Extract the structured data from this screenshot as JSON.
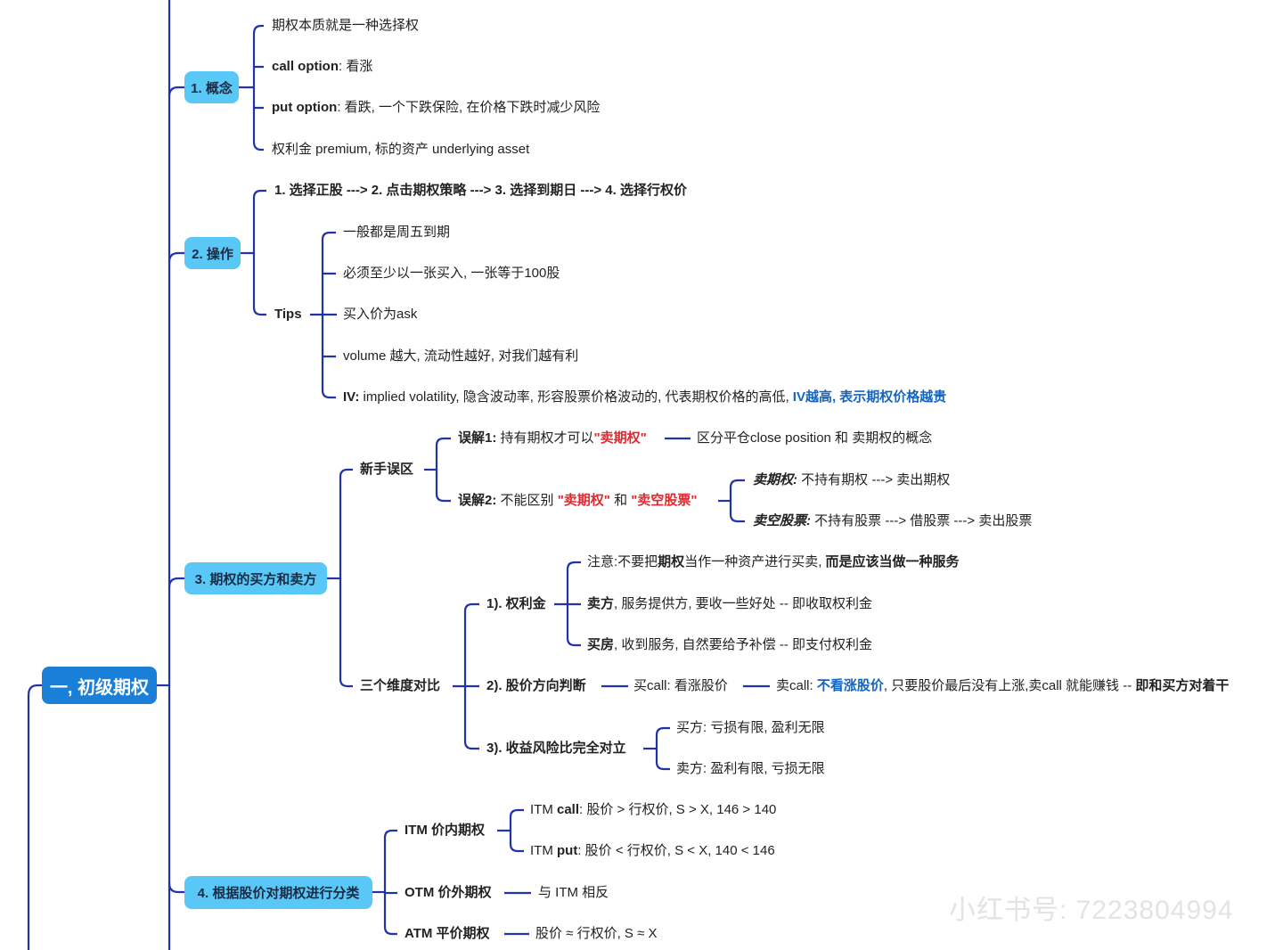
{
  "root": "一, 初级期权",
  "colors": {
    "line": "#2233aa",
    "root": "#1a7fd6",
    "node": "#5ac8f6",
    "red": "#e0282e",
    "blue": "#1565c0"
  },
  "s1": {
    "label": "1. 概念",
    "items": [
      {
        "text": "期权本质就是一种选择权"
      },
      {
        "bold": "call option",
        "text": ": 看涨"
      },
      {
        "bold": "put option",
        "text": ": 看跌, 一个下跌保险, 在价格下跌时减少风险"
      },
      {
        "text": "权利金 premium, 标的资产 underlying asset"
      }
    ]
  },
  "s2": {
    "label": "2. 操作",
    "steps": "1. 选择正股 ---> 2. 点击期权策略 ---> 3. 选择到期日 ---> 4. 选择行权价",
    "tips_label": "Tips",
    "tips": [
      "一般都是周五到期",
      "必须至少以一张买入, 一张等于100股",
      "买入价为ask",
      "volume 越大, 流动性越好, 对我们越有利"
    ],
    "iv": {
      "bold": "IV:",
      "text": " implied volatility, 隐含波动率, 形容股票价格波动的, 代表期权价格的高低, ",
      "blue": "IV越高, 表示期权价格越贵"
    }
  },
  "s3": {
    "label": "3. 期权的买方和卖方",
    "novice": {
      "label": "新手误区",
      "m1": {
        "bold": "误解1:",
        "text": " 持有期权才可以",
        "red": "\"卖期权\"",
        "note": "区分平仓close position 和 卖期权的概念"
      },
      "m2": {
        "bold": "误解2:",
        "text": " 不能区别 ",
        "red1": "\"卖期权\"",
        "and": " 和 ",
        "red2": "\"卖空股票\"",
        "sub": [
          {
            "bi": "卖期权:",
            "text": " 不持有期权 ---> 卖出期权"
          },
          {
            "bi": "卖空股票:",
            "text": " 不持有股票 ---> 借股票 ---> 卖出股票"
          }
        ]
      }
    },
    "compare": {
      "label": "三个维度对比",
      "d1": {
        "label": "1). 权利金",
        "items": [
          {
            "a": "注意:不要把",
            "b": "期权",
            "c": "当作一种资产进行买卖, ",
            "d": "而是应该当做一种服务"
          },
          {
            "b": "卖方",
            "c": ", 服务提供方, 要收一些好处 -- 即收取权利金"
          },
          {
            "b": "买房",
            "c": ", 收到服务, 自然要给予补偿 -- 即支付权利金"
          }
        ]
      },
      "d2": {
        "label": "2). 股价方向判断",
        "buy": "买call: 看涨股价",
        "sell_a": "卖call: ",
        "sell_blue": "不看涨股价",
        "sell_b": ", 只要股价最后没有上涨,卖call 就能赚钱 -- ",
        "sell_bold": "即和买方对着干"
      },
      "d3": {
        "label": "3). 收益风险比完全对立",
        "items": [
          "买方: 亏损有限, 盈利无限",
          "卖方: 盈利有限, 亏损无限"
        ]
      }
    }
  },
  "s4": {
    "label": "4. 根据股价对期权进行分类",
    "itm": {
      "label": "ITM 价内期权",
      "items": [
        {
          "a": "ITM ",
          "b": "call",
          "c": ": 股价 > 行权价, S > X, 146 > 140"
        },
        {
          "a": "ITM ",
          "b": "put",
          "c": ": 股价 < 行权价, S <  X, 140 <  146"
        }
      ]
    },
    "otm": {
      "label": "OTM 价外期权",
      "text": "与 ITM 相反"
    },
    "atm": {
      "label": "ATM 平价期权",
      "text": "股价 ≈ 行权价, S ≈ X"
    }
  },
  "watermark": "小红书号: 7223804994"
}
